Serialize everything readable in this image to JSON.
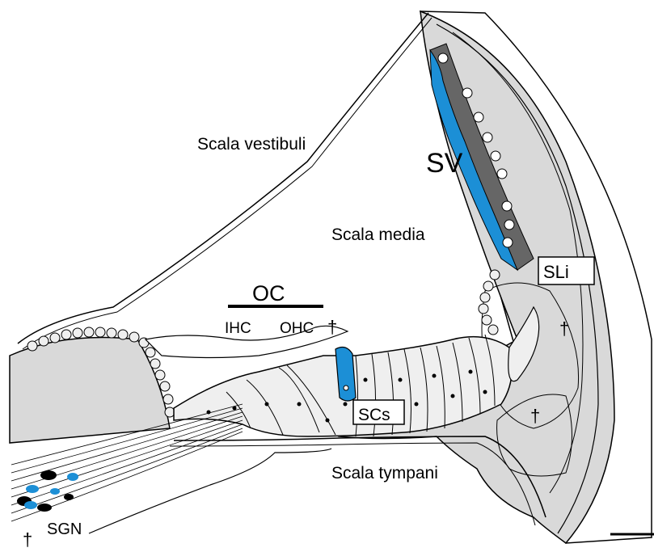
{
  "labels": {
    "scala_vestibuli": "Scala vestibuli",
    "scala_media": "Scala media",
    "scala_tympani": "Scala tympani",
    "sv": "SV",
    "sli": "SLi",
    "oc": "OC",
    "ihc": "IHC",
    "ohc": "OHC",
    "scs": "SCs",
    "sgn": "SGN",
    "dagger": "†"
  },
  "colors": {
    "tissue_gray": "#d9d9d9",
    "cell_fill": "#efefef",
    "stria_blue": "#1c8fd6",
    "dark_cell": "#555555",
    "outline": "#000000"
  },
  "scale_bar": {
    "present": true
  }
}
